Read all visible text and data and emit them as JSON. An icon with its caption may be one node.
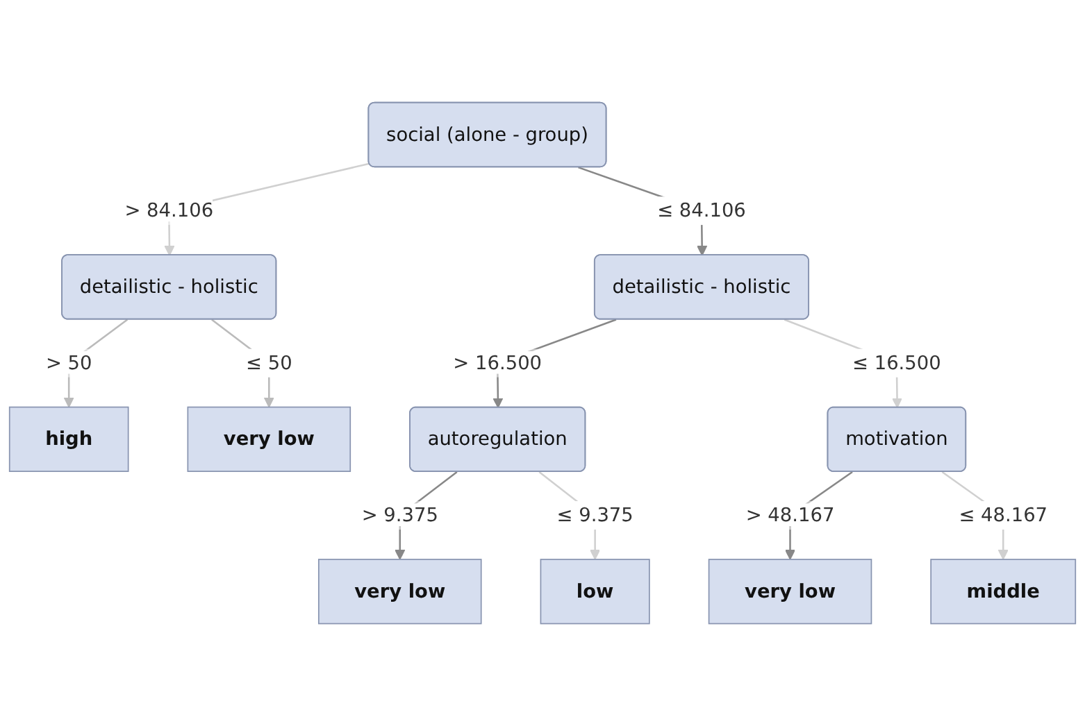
{
  "diagram": {
    "nodes": [
      {
        "text": [
          "social (alone - group)"
        ]
      },
      {
        "text": [
          "detailistic - holistic"
        ]
      },
      {
        "text": [
          "detailistic - holistic"
        ]
      },
      {
        "text": [
          "high"
        ]
      },
      {
        "text": [
          "very low"
        ]
      },
      {
        "text": [
          "autoregulation"
        ]
      },
      {
        "text": [
          "motivation"
        ]
      },
      {
        "text": [
          "very low"
        ]
      },
      {
        "text": [
          "low"
        ]
      },
      {
        "text": [
          "very low"
        ]
      },
      {
        "text": [
          "middle"
        ]
      }
    ],
    "edges": [
      {
        "from": 0,
        "to": 1,
        "arrow": "to",
        "label": "> 84.106",
        "color": "#d0d0d0"
      },
      {
        "from": 0,
        "to": 2,
        "arrow": "to",
        "label": "≤ 84.106"
      },
      {
        "from": 1,
        "to": 3,
        "arrow": "to",
        "label": "> 50",
        "color": "#bbbbbb"
      },
      {
        "from": 1,
        "to": 4,
        "arrow": "to",
        "label": "≤ 50",
        "color": "#bbbbbb"
      },
      {
        "from": 2,
        "to": 5,
        "arrow": "to",
        "label": "> 16.500"
      },
      {
        "from": 2,
        "to": 6,
        "arrow": "to",
        "label": "≤ 16.500",
        "color": "#d0d0d0"
      },
      {
        "from": 5,
        "to": 7,
        "arrow": "to",
        "label": "> 9.375"
      },
      {
        "from": 5,
        "to": 8,
        "arrow": "to",
        "label": "≤ 9.375",
        "color": "#d0d0d0"
      },
      {
        "from": 6,
        "to": 9,
        "arrow": "to",
        "label": "> 48.167"
      },
      {
        "from": 6,
        "to": 10,
        "arrow": "to",
        "label": "≤ 48.167",
        "color": "#d0d0d0"
      }
    ]
  }
}
